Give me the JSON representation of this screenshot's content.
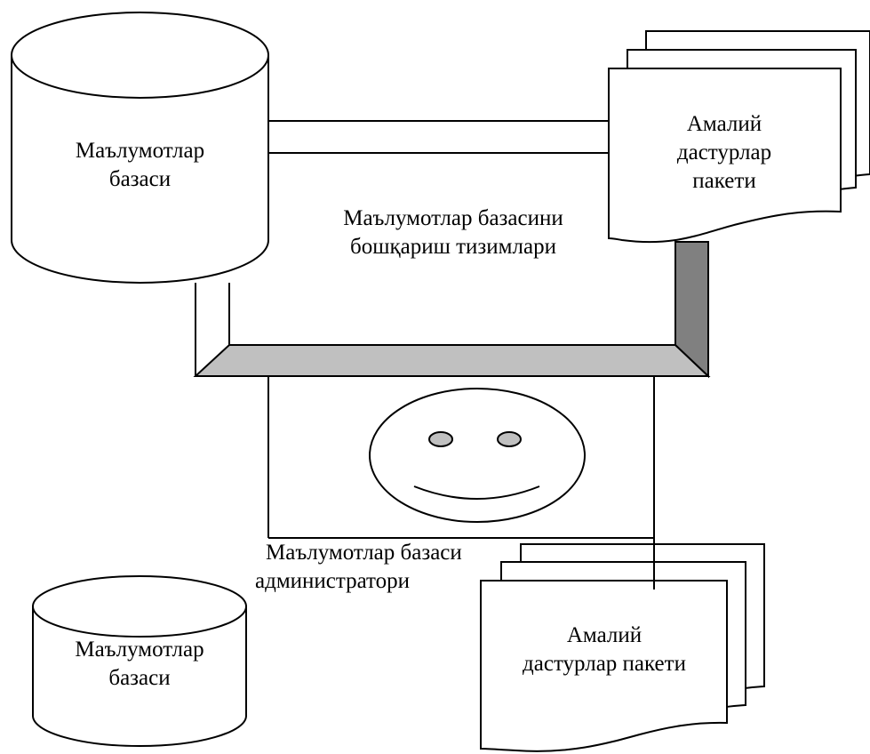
{
  "diagram": {
    "db_top": {
      "line1": "Маълумотлар",
      "line2": "базаси"
    },
    "app_top": {
      "line1": "Амалий",
      "line2": "дастурлар",
      "line3": "пакети"
    },
    "dbms": {
      "line1": "Маълумотлар базасини",
      "line2": "бошқариш тизимлари"
    },
    "admin": {
      "line1": "Маълумотлар базаси",
      "line2": "администратори"
    },
    "db_bottom": {
      "line1": "Маълумотлар",
      "line2": "базаси"
    },
    "app_bottom": {
      "line1": "Амалий",
      "line2": "дастурлар пакети"
    }
  },
  "colors": {
    "line": "#000000",
    "background": "#ffffff",
    "bevel_light": "#c0c0c0",
    "bevel_dark": "#808080",
    "eye_fill": "#c0c0c0"
  }
}
